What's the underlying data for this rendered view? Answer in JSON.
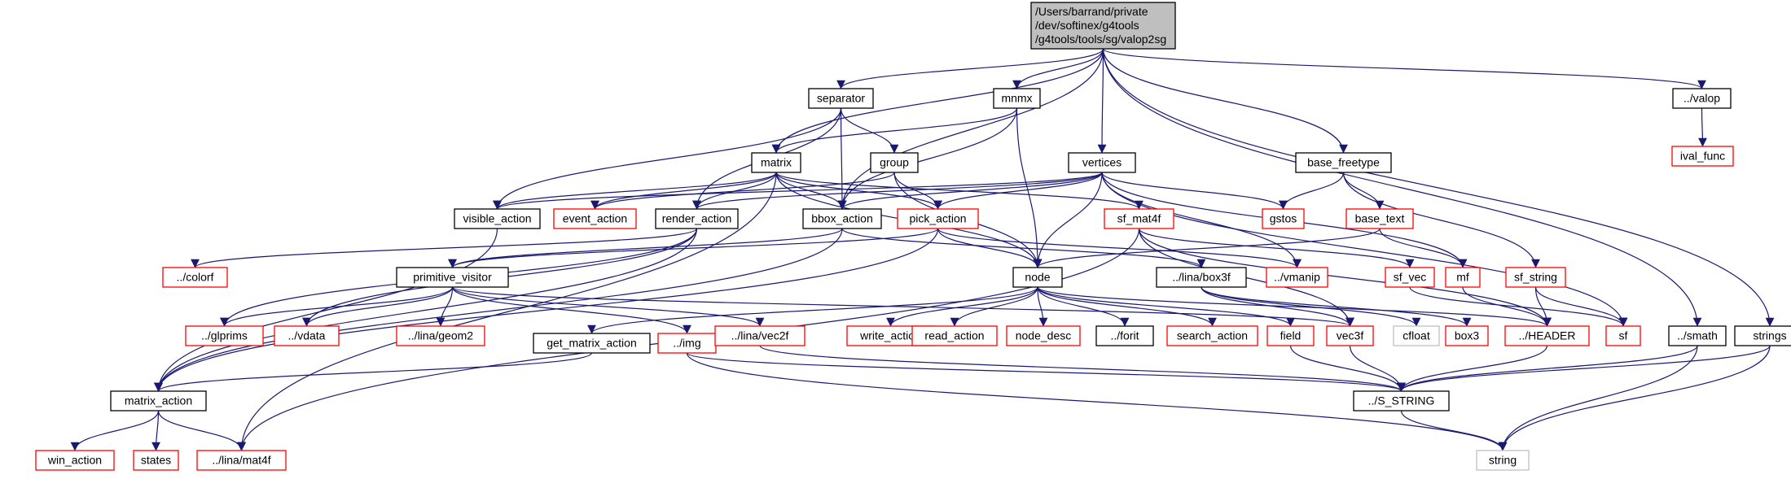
{
  "diagram": {
    "colors": {
      "root_fill": "#bfbfbf",
      "node_fill": "#ffffff",
      "normal_border": "#000000",
      "external_border": "#ff0000",
      "undocumented_border": "#bfbfbf",
      "edge": "#191970"
    },
    "nodes": [
      {
        "id": "root",
        "lines": [
          "/Users/barrand/private",
          "/dev/softinex/g4tools",
          "/g4tools/tools/sg/valop2sg"
        ],
        "kind": "root"
      },
      {
        "id": "separator",
        "lines": [
          "separator"
        ],
        "kind": "normal"
      },
      {
        "id": "mnmx",
        "lines": [
          "mnmx"
        ],
        "kind": "normal"
      },
      {
        "id": "valop",
        "lines": [
          "../valop"
        ],
        "kind": "normal"
      },
      {
        "id": "ival_func",
        "lines": [
          "ival_func"
        ],
        "kind": "external"
      },
      {
        "id": "matrix",
        "lines": [
          "matrix"
        ],
        "kind": "normal"
      },
      {
        "id": "group",
        "lines": [
          "group"
        ],
        "kind": "normal"
      },
      {
        "id": "vertices",
        "lines": [
          "vertices"
        ],
        "kind": "normal"
      },
      {
        "id": "base_freetype",
        "lines": [
          "base_freetype"
        ],
        "kind": "normal"
      },
      {
        "id": "visible_action",
        "lines": [
          "visible_action"
        ],
        "kind": "normal"
      },
      {
        "id": "event_action",
        "lines": [
          "event_action"
        ],
        "kind": "external"
      },
      {
        "id": "render_action",
        "lines": [
          "render_action"
        ],
        "kind": "normal"
      },
      {
        "id": "bbox_action",
        "lines": [
          "bbox_action"
        ],
        "kind": "normal"
      },
      {
        "id": "pick_action",
        "lines": [
          "pick_action"
        ],
        "kind": "external"
      },
      {
        "id": "sf_mat4f",
        "lines": [
          "sf_mat4f"
        ],
        "kind": "external"
      },
      {
        "id": "gstos",
        "lines": [
          "gstos"
        ],
        "kind": "external"
      },
      {
        "id": "base_text",
        "lines": [
          "base_text"
        ],
        "kind": "external"
      },
      {
        "id": "colorf",
        "lines": [
          "../colorf"
        ],
        "kind": "external"
      },
      {
        "id": "primitive_visitor",
        "lines": [
          "primitive_visitor"
        ],
        "kind": "normal"
      },
      {
        "id": "node",
        "lines": [
          "node"
        ],
        "kind": "normal"
      },
      {
        "id": "box3f",
        "lines": [
          "../lina/box3f"
        ],
        "kind": "normal"
      },
      {
        "id": "vmanip",
        "lines": [
          "../vmanip"
        ],
        "kind": "external"
      },
      {
        "id": "sf_vec",
        "lines": [
          "sf_vec"
        ],
        "kind": "external"
      },
      {
        "id": "mf",
        "lines": [
          "mf"
        ],
        "kind": "external"
      },
      {
        "id": "sf_string",
        "lines": [
          "sf_string"
        ],
        "kind": "external"
      },
      {
        "id": "glprims",
        "lines": [
          "../glprims"
        ],
        "kind": "external"
      },
      {
        "id": "vdata",
        "lines": [
          "../vdata"
        ],
        "kind": "external"
      },
      {
        "id": "geom2",
        "lines": [
          "../lina/geom2"
        ],
        "kind": "external"
      },
      {
        "id": "get_matrix_action",
        "lines": [
          "get_matrix_action"
        ],
        "kind": "normal"
      },
      {
        "id": "img",
        "lines": [
          "../img"
        ],
        "kind": "external"
      },
      {
        "id": "vec2f",
        "lines": [
          "../lina/vec2f"
        ],
        "kind": "external"
      },
      {
        "id": "write_action",
        "lines": [
          "write_action"
        ],
        "kind": "external"
      },
      {
        "id": "read_action",
        "lines": [
          "read_action"
        ],
        "kind": "external"
      },
      {
        "id": "node_desc",
        "lines": [
          "node_desc"
        ],
        "kind": "external"
      },
      {
        "id": "forit",
        "lines": [
          "../forit"
        ],
        "kind": "normal"
      },
      {
        "id": "search_action",
        "lines": [
          "search_action"
        ],
        "kind": "external"
      },
      {
        "id": "field",
        "lines": [
          "field"
        ],
        "kind": "external"
      },
      {
        "id": "vec3f",
        "lines": [
          "vec3f"
        ],
        "kind": "external"
      },
      {
        "id": "cfloat",
        "lines": [
          "cfloat"
        ],
        "kind": "undocumented"
      },
      {
        "id": "box3",
        "lines": [
          "box3"
        ],
        "kind": "external"
      },
      {
        "id": "header",
        "lines": [
          "../HEADER"
        ],
        "kind": "external"
      },
      {
        "id": "sf",
        "lines": [
          "sf"
        ],
        "kind": "external"
      },
      {
        "id": "smath",
        "lines": [
          "../smath"
        ],
        "kind": "normal"
      },
      {
        "id": "strings",
        "lines": [
          "strings"
        ],
        "kind": "normal"
      },
      {
        "id": "matrix_action",
        "lines": [
          "matrix_action"
        ],
        "kind": "normal"
      },
      {
        "id": "s_string",
        "lines": [
          "../S_STRING"
        ],
        "kind": "normal"
      },
      {
        "id": "win_action",
        "lines": [
          "win_action"
        ],
        "kind": "external"
      },
      {
        "id": "states",
        "lines": [
          "states"
        ],
        "kind": "external"
      },
      {
        "id": "lina_mat4f",
        "lines": [
          "../lina/mat4f"
        ],
        "kind": "external"
      },
      {
        "id": "string",
        "lines": [
          "string"
        ],
        "kind": "undocumented"
      }
    ],
    "edges": [
      [
        "root",
        "separator"
      ],
      [
        "root",
        "mnmx"
      ],
      [
        "root",
        "matrix"
      ],
      [
        "root",
        "vertices"
      ],
      [
        "root",
        "bbox_action"
      ],
      [
        "root",
        "base_freetype"
      ],
      [
        "root",
        "valop"
      ],
      [
        "root",
        "smath"
      ],
      [
        "root",
        "strings"
      ],
      [
        "valop",
        "ival_func"
      ],
      [
        "separator",
        "group"
      ],
      [
        "separator",
        "bbox_action"
      ],
      [
        "separator",
        "render_action"
      ],
      [
        "separator",
        "visible_action"
      ],
      [
        "mnmx",
        "matrix"
      ],
      [
        "mnmx",
        "bbox_action"
      ],
      [
        "mnmx",
        "node"
      ],
      [
        "matrix",
        "visible_action"
      ],
      [
        "matrix",
        "event_action"
      ],
      [
        "matrix",
        "render_action"
      ],
      [
        "matrix",
        "bbox_action"
      ],
      [
        "matrix",
        "pick_action"
      ],
      [
        "matrix",
        "sf_mat4f"
      ],
      [
        "matrix",
        "node"
      ],
      [
        "matrix",
        "lina_mat4f"
      ],
      [
        "group",
        "event_action"
      ],
      [
        "group",
        "pick_action"
      ],
      [
        "group",
        "node"
      ],
      [
        "vertices",
        "visible_action"
      ],
      [
        "vertices",
        "render_action"
      ],
      [
        "vertices",
        "bbox_action"
      ],
      [
        "vertices",
        "pick_action"
      ],
      [
        "vertices",
        "gstos"
      ],
      [
        "vertices",
        "vmanip"
      ],
      [
        "vertices",
        "mf"
      ],
      [
        "vertices",
        "node"
      ],
      [
        "vertices",
        "sf"
      ],
      [
        "base_freetype",
        "gstos"
      ],
      [
        "base_freetype",
        "base_text"
      ],
      [
        "base_freetype",
        "sf_string"
      ],
      [
        "visible_action",
        "matrix_action"
      ],
      [
        "render_action",
        "colorf"
      ],
      [
        "render_action",
        "glprims"
      ],
      [
        "render_action",
        "vdata"
      ],
      [
        "render_action",
        "matrix_action"
      ],
      [
        "bbox_action",
        "primitive_visitor"
      ],
      [
        "bbox_action",
        "box3f"
      ],
      [
        "bbox_action",
        "matrix_action"
      ],
      [
        "pick_action",
        "primitive_visitor"
      ],
      [
        "pick_action",
        "node"
      ],
      [
        "pick_action",
        "vmanip"
      ],
      [
        "pick_action",
        "matrix_action"
      ],
      [
        "sf_mat4f",
        "sf_vec"
      ],
      [
        "sf_mat4f",
        "header"
      ],
      [
        "sf_mat4f",
        "vec3f"
      ],
      [
        "sf_mat4f",
        "lina_mat4f"
      ],
      [
        "base_text",
        "node"
      ],
      [
        "base_text",
        "mf"
      ],
      [
        "primitive_visitor",
        "glprims"
      ],
      [
        "primitive_visitor",
        "vdata"
      ],
      [
        "primitive_visitor",
        "geom2"
      ],
      [
        "primitive_visitor",
        "img"
      ],
      [
        "primitive_visitor",
        "vec2f"
      ],
      [
        "primitive_visitor",
        "vec3f"
      ],
      [
        "node",
        "get_matrix_action"
      ],
      [
        "node",
        "write_action"
      ],
      [
        "node",
        "read_action"
      ],
      [
        "node",
        "node_desc"
      ],
      [
        "node",
        "forit"
      ],
      [
        "node",
        "search_action"
      ],
      [
        "node",
        "field"
      ],
      [
        "node",
        "header"
      ],
      [
        "box3f",
        "vec3f"
      ],
      [
        "box3f",
        "box3"
      ],
      [
        "box3f",
        "cfloat"
      ],
      [
        "sf_vec",
        "sf"
      ],
      [
        "mf",
        "header"
      ],
      [
        "sf_string",
        "header"
      ],
      [
        "sf_string",
        "sf"
      ],
      [
        "get_matrix_action",
        "matrix_action"
      ],
      [
        "img",
        "s_string"
      ],
      [
        "img",
        "string"
      ],
      [
        "vec2f",
        "s_string"
      ],
      [
        "field",
        "s_string"
      ],
      [
        "vec3f",
        "s_string"
      ],
      [
        "header",
        "s_string"
      ],
      [
        "smath",
        "s_string"
      ],
      [
        "smath",
        "string"
      ],
      [
        "strings",
        "s_string"
      ],
      [
        "strings",
        "string"
      ],
      [
        "matrix_action",
        "win_action"
      ],
      [
        "matrix_action",
        "states"
      ],
      [
        "matrix_action",
        "lina_mat4f"
      ],
      [
        "s_string",
        "string"
      ]
    ]
  }
}
